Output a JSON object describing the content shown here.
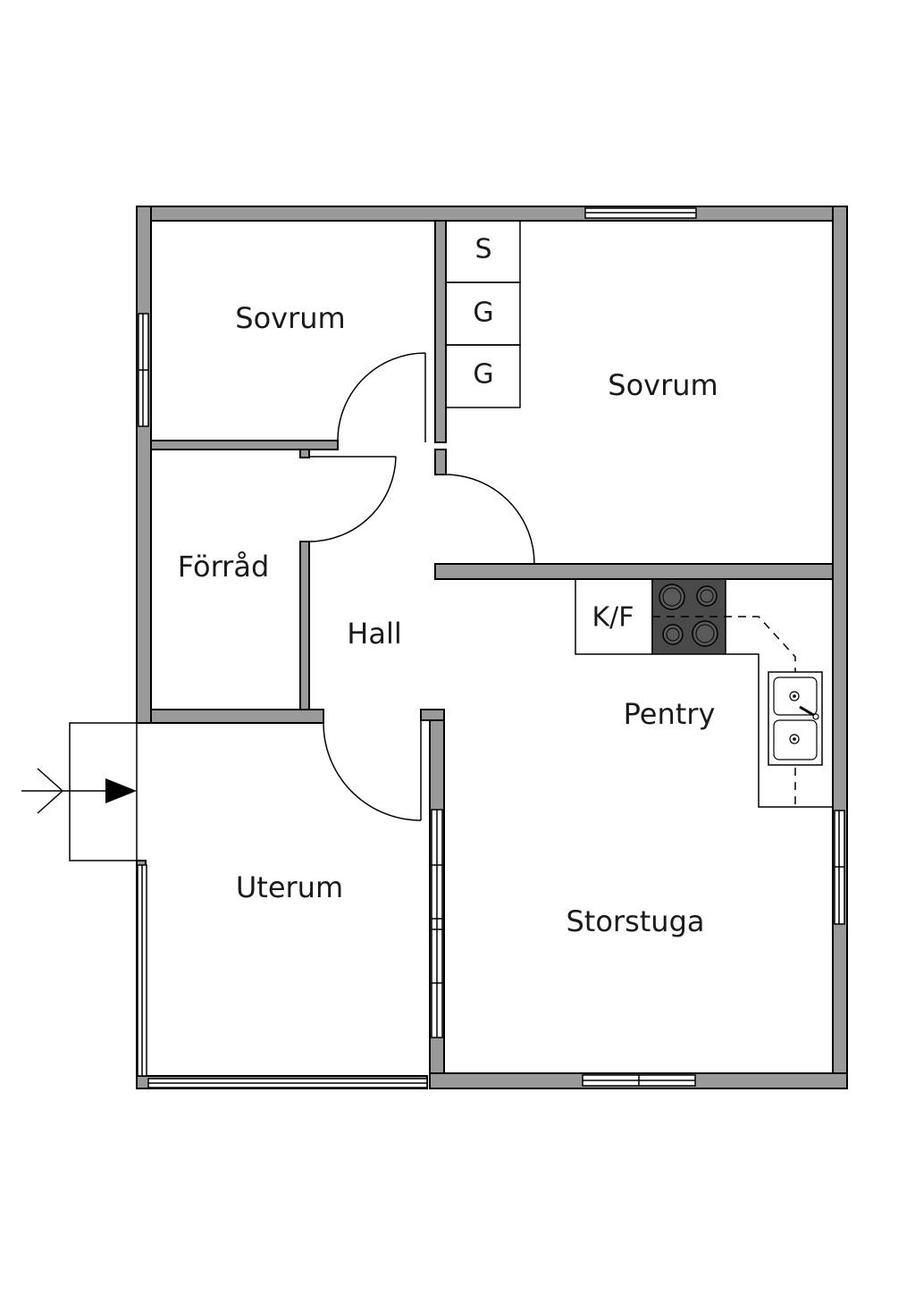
{
  "rooms": {
    "sovrum_left": "Sovrum",
    "sovrum_right": "Sovrum",
    "forrad": "Förråd",
    "hall": "Hall",
    "pentry": "Pentry",
    "uterum": "Uterum",
    "storstuga": "Storstuga"
  },
  "fixtures": {
    "s": "S",
    "g1": "G",
    "g2": "G",
    "kf": "K/F"
  },
  "colors": {
    "wall": "#9a9a9a",
    "line": "#000000",
    "stove": "#4a4a4a"
  }
}
